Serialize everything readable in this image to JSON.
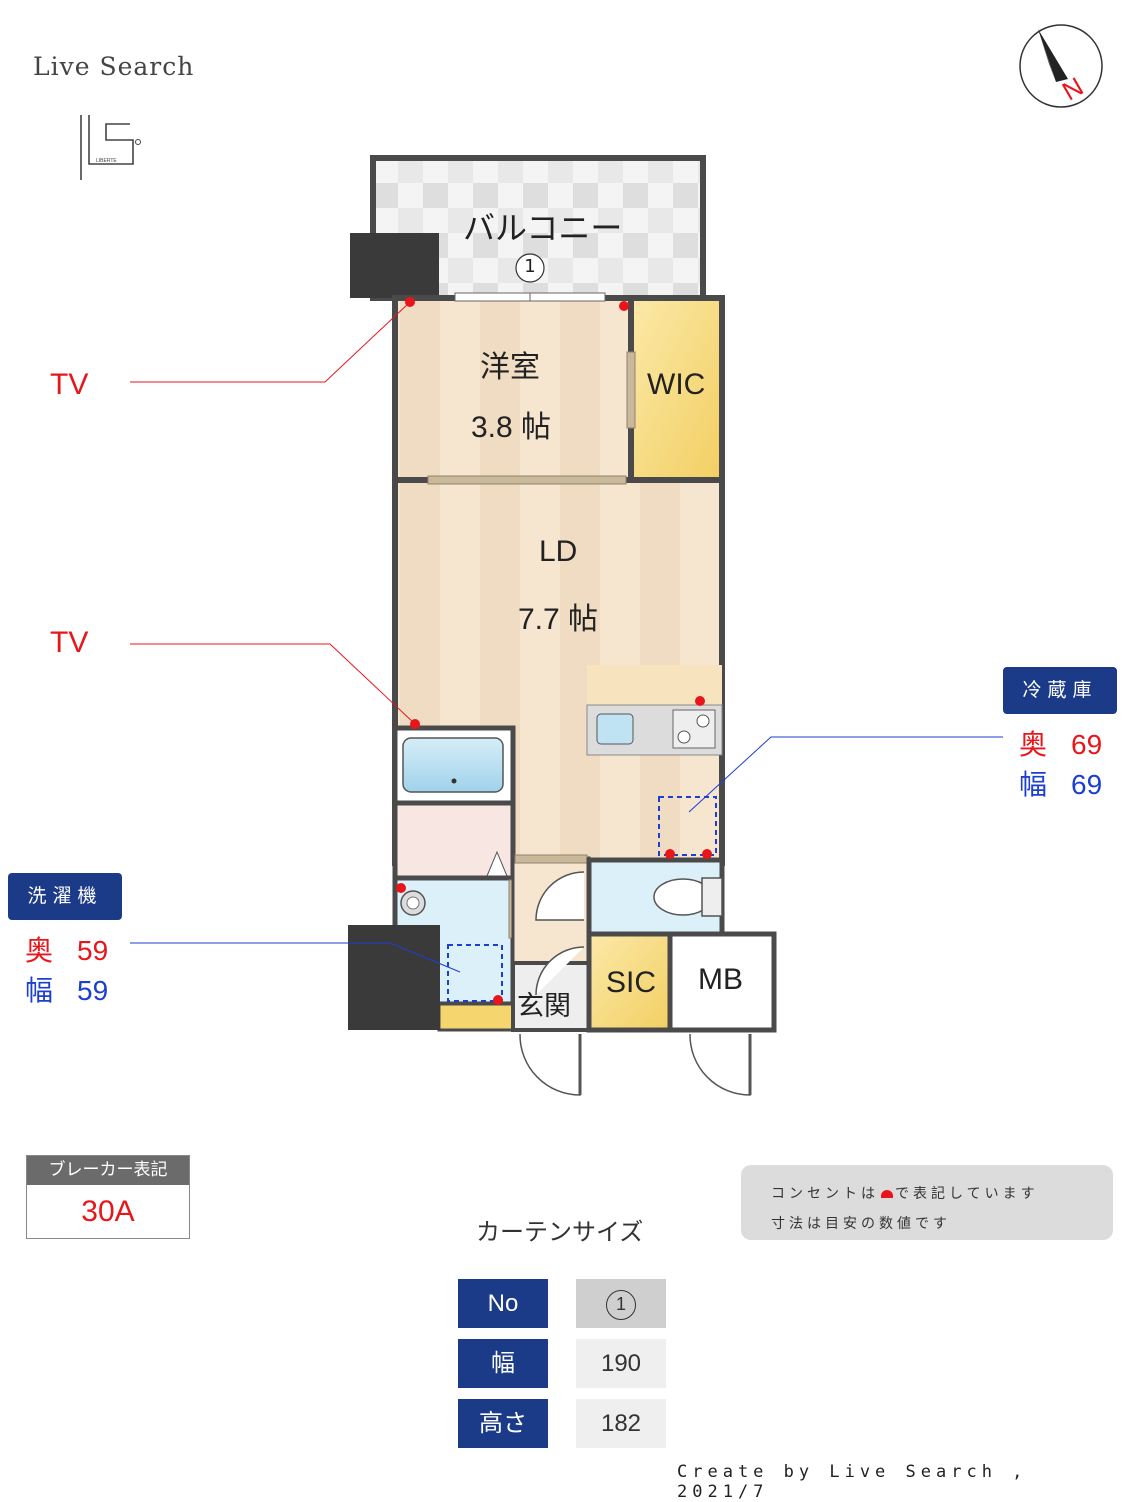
{
  "brand": {
    "name": "Live Search",
    "logo_text": "LIBERTE"
  },
  "compass": {
    "label": "N"
  },
  "rooms": {
    "balcony": "バルコニー",
    "curtain_marker": "1",
    "western_room": {
      "name": "洋室",
      "size": "3.8 帖"
    },
    "wic": "WIC",
    "ld": {
      "name": "LD",
      "size": "7.7 帖"
    },
    "entrance": "玄関",
    "sic": "SIC",
    "mb": "MB"
  },
  "callouts": {
    "tv_upper": "TV",
    "tv_lower": "TV",
    "fridge": {
      "title": "冷蔵庫",
      "depth_label": "奥",
      "depth": "69",
      "width_label": "幅",
      "width": "69"
    },
    "washer": {
      "title": "洗濯機",
      "depth_label": "奥",
      "depth": "59",
      "width_label": "幅",
      "width": "59"
    }
  },
  "breaker": {
    "label": "ブレーカー表記",
    "value": "30A"
  },
  "note": {
    "line1_a": "コンセントは",
    "line1_b": "で表記しています",
    "line2": "寸法は目安の数値です"
  },
  "curtain": {
    "title": "カーテンサイズ",
    "rows": [
      {
        "label": "No",
        "value": "1"
      },
      {
        "label": "幅",
        "value": "190"
      },
      {
        "label": "高さ",
        "value": "182"
      }
    ]
  },
  "credit": "Create by Live Search , 2021/7",
  "colors": {
    "outlet": "#e8161b",
    "tag": "#1b3b89",
    "wall": "#4a4a4a"
  }
}
